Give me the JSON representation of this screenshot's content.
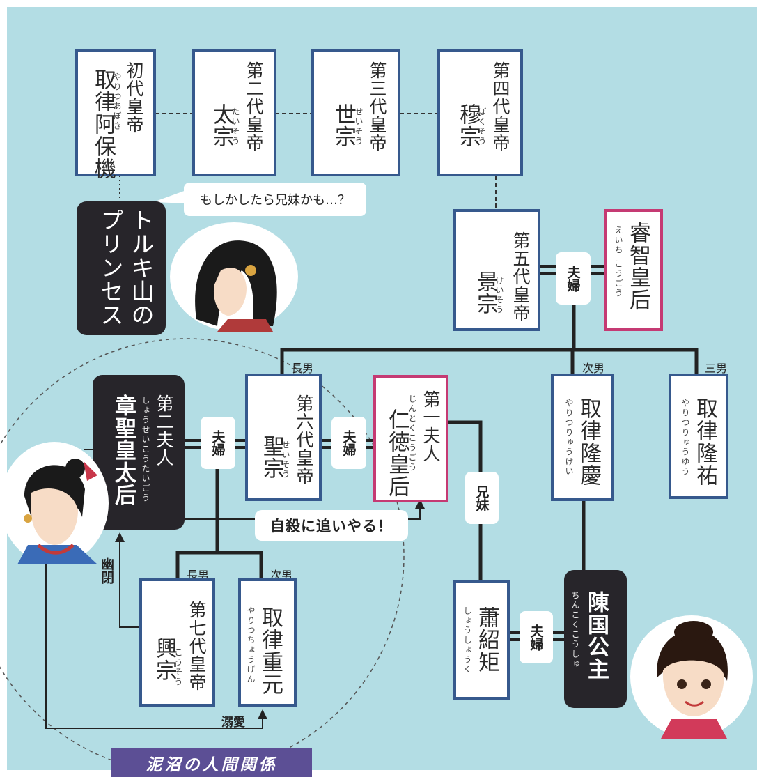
{
  "emperors": {
    "first": {
      "title": "初代皇帝",
      "name": "取律阿保機",
      "ruby": "やりつあぼき"
    },
    "second": {
      "title": "第二代皇帝",
      "name": "太宗",
      "ruby": "たいそう"
    },
    "third": {
      "title": "第三代皇帝",
      "name": "世宗",
      "ruby": "せいそう"
    },
    "fourth": {
      "title": "第四代皇帝",
      "name": "穆宗",
      "ruby": "ぼくそう"
    },
    "fifth": {
      "title": "第五代皇帝",
      "name": "景宗",
      "ruby": "けいそう"
    },
    "sixth": {
      "title": "第六代皇帝",
      "name": "聖宗",
      "ruby": "せいそう"
    },
    "seventh": {
      "title": "第七代皇帝",
      "name": "興宗",
      "ruby": "こうそう"
    }
  },
  "empress_ruizhi": {
    "name": "睿智皇后",
    "ruby": "えいち こうごう"
  },
  "consort_second": {
    "title": "第二夫人",
    "name": "章聖皇太后",
    "ruby": "しょうせいこうたいごう"
  },
  "consort_first": {
    "title": "第一夫人",
    "name": "仁徳皇后",
    "ruby": "じんとくこうごう"
  },
  "longqing": {
    "name": "取律隆慶",
    "ruby": "やりつりゅうけい"
  },
  "longyou": {
    "name": "取律隆祐",
    "ruby": "やりつりゅうゆう"
  },
  "zhongyuan": {
    "name": "取律重元",
    "ruby": "やりつちょうげん"
  },
  "xiaoshaoju": {
    "name": "蕭紹矩",
    "ruby": "しょうしょうく"
  },
  "princess_chen": {
    "name": "陳国公主",
    "ruby": "ちんこくこうしゅ"
  },
  "princess_turki": {
    "line1": "トルキ山の",
    "line2": "プリンセス"
  },
  "bubble_text": "もしかしたら兄妹かも…？",
  "tags": {
    "couple": "夫婦",
    "siblings": "兄妹"
  },
  "labels": {
    "eldest": "長男",
    "second_son": "次男",
    "third_son": "三男"
  },
  "suicide_text": "自殺に追いやる！",
  "confine_text": "幽閉",
  "doting_text": "溺愛",
  "banner_text": "泥沼の人間関係",
  "colors": {
    "background": "#b3dde4",
    "box_border": "#36598d",
    "empress_border": "#c53a73",
    "dark_box": "#27252a",
    "banner": "#5c4f95"
  }
}
